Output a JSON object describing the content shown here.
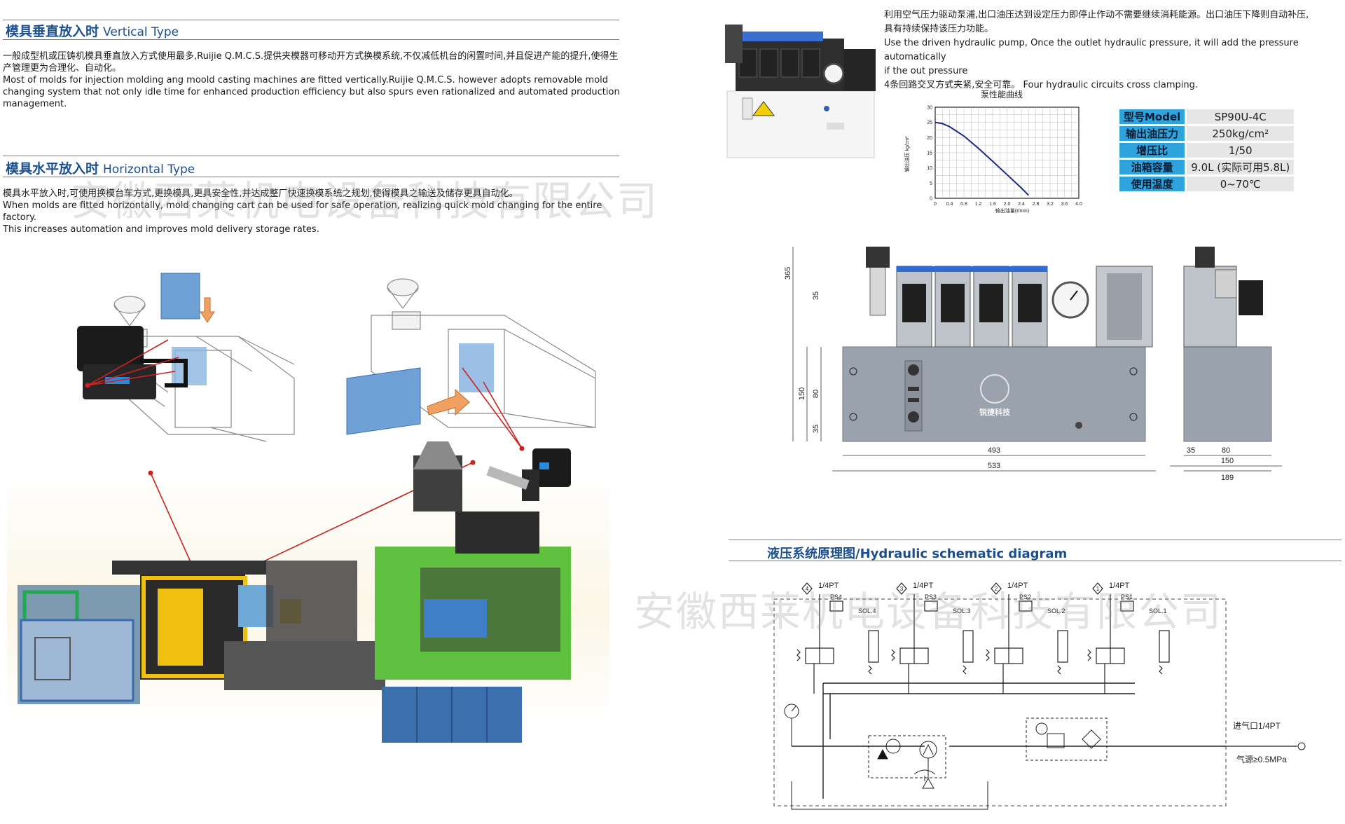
{
  "vertical": {
    "title_cn": "模具垂直放入时",
    "title_en": "Vertical Type",
    "text_cn": "一般成型机或压铸机模具垂直放入方式使用最多,Ruijie Q.M.C.S.提供夹模器可移动开方式换模系统,不仅减低机台的闲置时间,并且促进产能的提升,使得生产管理更为合理化、自动化。",
    "text_en": "Most of molds for injection molding ang moold casting machines are fitted vertically.Ruijie Q.M.C.S. however adopts removable mold changing system that not only idle time for enhanced production efficiency but also spurs even rationalized and automated production management."
  },
  "horizontal": {
    "title_cn": "模具水平放入时",
    "title_en": "Horizontal Type",
    "text_cn": "模具水平放入时,可使用换模台车方式,更换模具,更具安全性,并达成整厂快速换模系统之规划,使得模具之输送及储存更具自动化。",
    "text_en1": "When molds are fitted horizontally, mold changing cart can be used for safe operation, realizing quick mold changing for the entire factory.",
    "text_en2": "This increases automation and improves mold delivery storage rates."
  },
  "watermark": "安徽西莱机电设备科技有限公司",
  "pump": {
    "desc_cn1": "利用空气压力驱动泵浦,出口油压达到设定压力即停止作动不需要继续消耗能源。出口油压下降则自动补压,",
    "desc_cn2": "具有持续保持该压力功能。",
    "desc_en1": "Use the driven hydraulic pump, Once the outlet hydraulic pressure, it will add the pressure automatically",
    "desc_en2": "if the out pressure",
    "desc_cn3": "4条回路交叉方式夹紧,安全可靠。",
    "desc_en3": "Four hydraulic circuits cross clamping."
  },
  "curve": {
    "title": "泵性能曲线",
    "ylabel": "输出油压 kg/cm²",
    "xlabel": "输出油量(ℓ/min)"
  },
  "chart_data": {
    "type": "line",
    "title": "泵性能曲线",
    "xlabel": "输出油量(ℓ/min)",
    "ylabel": "输出油压 kg/cm²",
    "x_ticks": [
      "0",
      "0.4",
      "0.8",
      "1.2",
      "1.6",
      "2.0",
      "2.4",
      "2.8",
      "3.2",
      "3.6",
      "4.0"
    ],
    "y_ticks": [
      "0",
      "5",
      "10",
      "15",
      "20",
      "25",
      "30"
    ],
    "xlim": [
      0,
      4.0
    ],
    "ylim": [
      0,
      30
    ],
    "grid": true,
    "series": [
      {
        "x": [
          0,
          0.2,
          0.4,
          0.8,
          1.2,
          1.6,
          2.0,
          2.4,
          2.6
        ],
        "y": [
          25,
          24.6,
          23.6,
          20.5,
          16.5,
          12.2,
          7.8,
          3.4,
          1.0
        ]
      }
    ]
  },
  "spec": {
    "rows": [
      {
        "k": "型号Model",
        "v": "SP90U-4C"
      },
      {
        "k": "输出油压力",
        "v": "250kg/cm²"
      },
      {
        "k": "增压比",
        "v": "1/50"
      },
      {
        "k": "油箱容量",
        "v": "9.0L (实际可用5.8L)"
      },
      {
        "k": "使用温度",
        "v": "0~70℃"
      }
    ]
  },
  "drawing": {
    "dims": [
      "365",
      "35",
      "150",
      "80",
      "35",
      "493",
      "533",
      "35",
      "80",
      "150",
      "189"
    ],
    "brand": "锐捷科技"
  },
  "schematic": {
    "title": "液压系统原理图/Hydraulic schematic diagram",
    "ports": [
      "1/4PT",
      "1/4PT",
      "1/4PT",
      "1/4PT"
    ],
    "circuits": [
      "4",
      "3",
      "2",
      "1"
    ],
    "ps": [
      "PS4",
      "PS3",
      "PS2",
      "PS1"
    ],
    "sol": [
      "SOL.4",
      "SOL.3",
      "SOL.2",
      "SOL.1"
    ],
    "inlet": "进气口1/4PT",
    "source": "气源≥0.5MPa"
  },
  "colors": {
    "heading": "#1d4f8e",
    "table_key": "#2fa3dc",
    "table_val": "#e6e6e6",
    "mold_blue": "#6fa0d6",
    "red_line": "#cc2222"
  }
}
